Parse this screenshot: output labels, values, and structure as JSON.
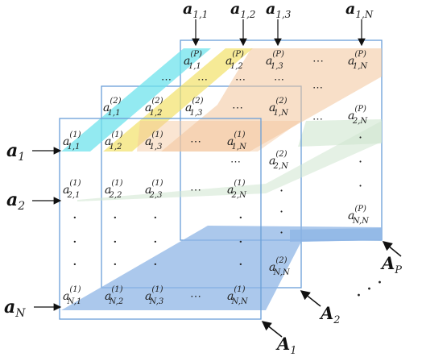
{
  "column_labels": {
    "c1": {
      "base": "a",
      "sub": "1,1"
    },
    "c2": {
      "base": "a",
      "sub": "1,2"
    },
    "c3": {
      "base": "a",
      "sub": "1,3"
    },
    "cN": {
      "base": "a",
      "sub": "1,N"
    }
  },
  "row_labels": {
    "r1": {
      "base": "a",
      "sub": "1"
    },
    "r2": {
      "base": "a",
      "sub": "2"
    },
    "rN": {
      "base": "a",
      "sub": "N"
    }
  },
  "matrix_labels": {
    "m1": {
      "base": "A",
      "sub": "1"
    },
    "m2": {
      "base": "A",
      "sub": "2"
    },
    "mP": {
      "base": "A",
      "sub": "P"
    }
  },
  "cells_front": {
    "r1": [
      {
        "sup": "(1)",
        "sub": "1,1"
      },
      {
        "sup": "(1)",
        "sub": "1,2"
      },
      {
        "sup": "(1)",
        "sub": "1,3"
      },
      {
        "sup": "(1)",
        "sub": "1,N"
      }
    ],
    "r2": [
      {
        "sup": "(1)",
        "sub": "2,1"
      },
      {
        "sup": "(1)",
        "sub": "2,2"
      },
      {
        "sup": "(1)",
        "sub": "2,3"
      },
      {
        "sup": "(1)",
        "sub": "2,N"
      }
    ],
    "rN": [
      {
        "sup": "(1)",
        "sub": "N,1"
      },
      {
        "sup": "(1)",
        "sub": "N,2"
      },
      {
        "sup": "(1)",
        "sub": "N,3"
      },
      {
        "sup": "(1)",
        "sub": "N,N"
      }
    ]
  },
  "cells_middle": {
    "r1": [
      {
        "sup": "(2)",
        "sub": "1,1"
      },
      {
        "sup": "(2)",
        "sub": "1,2"
      },
      {
        "sup": "(2)",
        "sub": "1,3"
      },
      {
        "sup": "(2)",
        "sub": "1,N"
      }
    ],
    "c2N": {
      "sup": "(2)",
      "sub": "2,N"
    },
    "cNN": {
      "sup": "(2)",
      "sub": "N,N"
    }
  },
  "cells_back": {
    "r1": [
      {
        "sup": "(P)",
        "sub": "1,1"
      },
      {
        "sup": "(P)",
        "sub": "1,2"
      },
      {
        "sup": "(P)",
        "sub": "1,3"
      },
      {
        "sup": "(P)",
        "sub": "1,N"
      }
    ],
    "c2N": {
      "sup": "(P)",
      "sub": "2,N"
    },
    "cNN": {
      "sup": "(P)",
      "sub": "N,N"
    }
  },
  "ellipsis_h": "⋯",
  "dot": "·",
  "colors": {
    "frame": "#6a9fd8",
    "cyan": "#6fe3ec",
    "yellow": "#f2e16a",
    "peach": "#f3c59b",
    "green": "#cfe6cf",
    "blue": "#8fb6e6"
  }
}
